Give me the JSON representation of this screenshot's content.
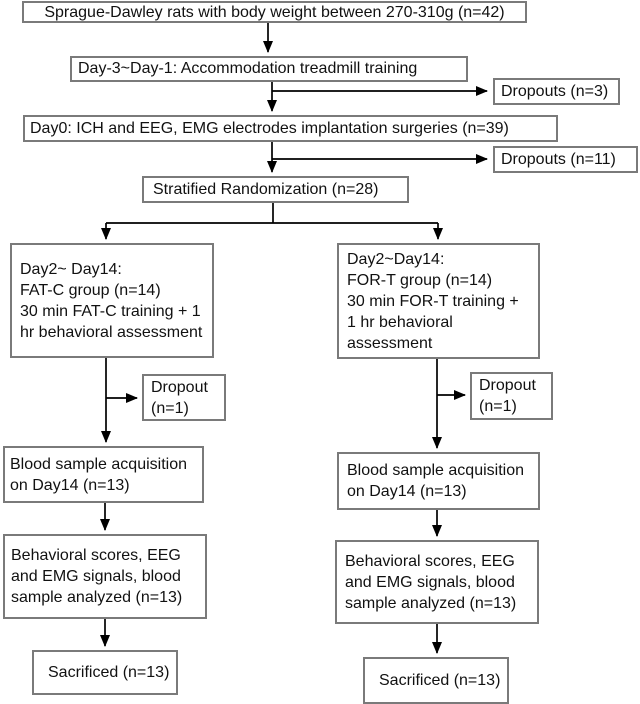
{
  "diagram": {
    "type": "flowchart",
    "colors": {
      "background": "#ffffff",
      "box_border": "#7a7a7a",
      "text": "#111111",
      "arrow": "#000000"
    },
    "boxes": {
      "enrollment": "Sprague-Dawley rats with body weight between 270-310g (n=42)",
      "accommodation": "Day-3~Day-1: Accommodation treadmill training",
      "dropouts_accommodation": "Dropouts (n=3)",
      "surgery": "Day0: ICH and EEG, EMG electrodes implantation surgeries (n=39)",
      "dropouts_surgery": "Dropouts (n=11)",
      "randomization": "Stratified Randomization (n=28)",
      "fatc_group": [
        "Day2~ Day14:",
        "FAT-C group (n=14)",
        "30 min FAT-C training + 1",
        "hr behavioral assessment"
      ],
      "fort_group": [
        "Day2~Day14:",
        "FOR-T group (n=14)",
        "30 min FOR-T training +",
        "1 hr behavioral",
        "assessment"
      ],
      "dropout_fatc": [
        "Dropout",
        "(n=1)"
      ],
      "dropout_fort": [
        "Dropout",
        "(n=1)"
      ],
      "blood_sample_fatc": [
        "Blood sample acquisition",
        "on Day14 (n=13)"
      ],
      "blood_sample_fort": [
        "Blood sample acquisition",
        "on Day14 (n=13)"
      ],
      "analysis_fatc": [
        "Behavioral scores, EEG",
        "and EMG signals, blood",
        "sample analyzed (n=13)"
      ],
      "analysis_fort": [
        "Behavioral scores, EEG",
        "and EMG signals, blood",
        "sample analyzed (n=13)"
      ],
      "sacrificed_fatc": "Sacrificed (n=13)",
      "sacrificed_fort": "Sacrificed (n=13)"
    }
  }
}
